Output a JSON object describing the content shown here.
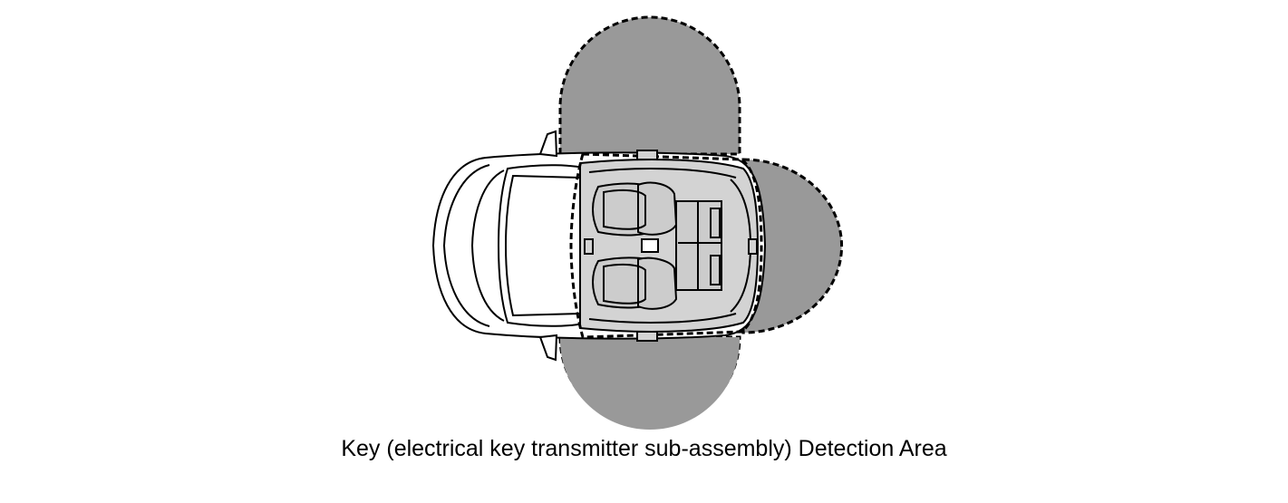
{
  "caption": "Key (electrical key transmitter sub-assembly) Detection Area",
  "colors": {
    "detection_area_fill": "#999999",
    "cabin_fill": "#d3d3d3",
    "seat_fill": "#cccccc",
    "outline": "#000000",
    "background": "#ffffff"
  },
  "detection_areas": [
    "left-side",
    "right-side",
    "rear",
    "interior"
  ],
  "antennas": [
    "left-door-antenna",
    "right-door-antenna",
    "interior-front-antenna",
    "interior-rear-antenna"
  ]
}
